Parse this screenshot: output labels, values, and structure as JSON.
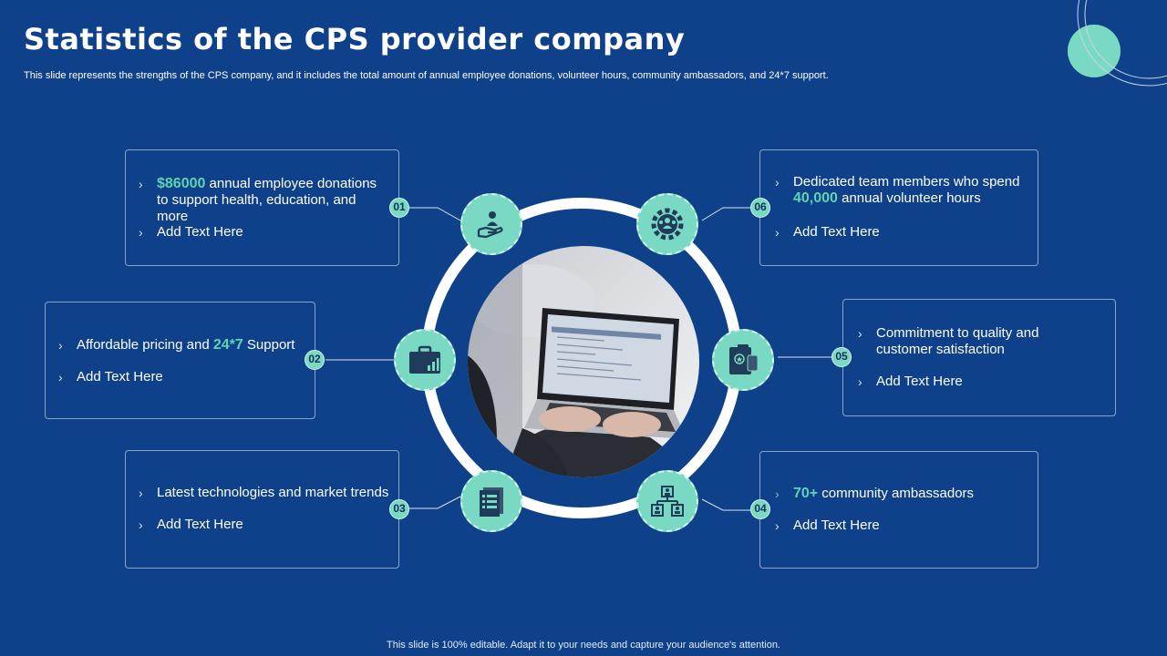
{
  "header": {
    "title": "Statistics of the CPS provider company",
    "subtitle": "This slide represents the strengths of the CPS company, and it includes the total amount of annual employee donations, volunteer hours, community ambassadors, and 24*7 support."
  },
  "footer": {
    "text": "This slide is 100% editable. Adapt it to your needs and capture your audience's attention."
  },
  "colors": {
    "background": "#0e418a",
    "accent": "#7ad9c3",
    "highlight": "#5fd3b5",
    "box_border": "#8aa4cc"
  },
  "cards": {
    "c01": {
      "number": "01",
      "icon": "hand-donation-icon",
      "highlight": "$86000",
      "text_a": " annual employee donations to support health, education, and more",
      "line2": "Add Text Here"
    },
    "c02": {
      "number": "02",
      "icon": "briefcase-chart-icon",
      "text_a": "Affordable pricing and ",
      "highlight": "24*7",
      "text_b": " Support",
      "line2": "Add Text Here"
    },
    "c03": {
      "number": "03",
      "icon": "document-list-icon",
      "text_a": "Latest technologies and market trends",
      "line2": "Add Text Here"
    },
    "c04": {
      "number": "04",
      "icon": "org-chart-icon",
      "highlight": "70+",
      "text_a": " community ambassadors",
      "line2": "Add Text Here"
    },
    "c05": {
      "number": "05",
      "icon": "quality-certificate-icon",
      "text_a": "Commitment to quality and customer satisfaction",
      "line2": "Add Text Here"
    },
    "c06": {
      "number": "06",
      "icon": "team-gear-icon",
      "text_a": "Dedicated team members who spend ",
      "highlight": "40,000",
      "text_b": " annual volunteer hours",
      "line2": "Add Text Here"
    }
  },
  "bullet_glyph": "›"
}
